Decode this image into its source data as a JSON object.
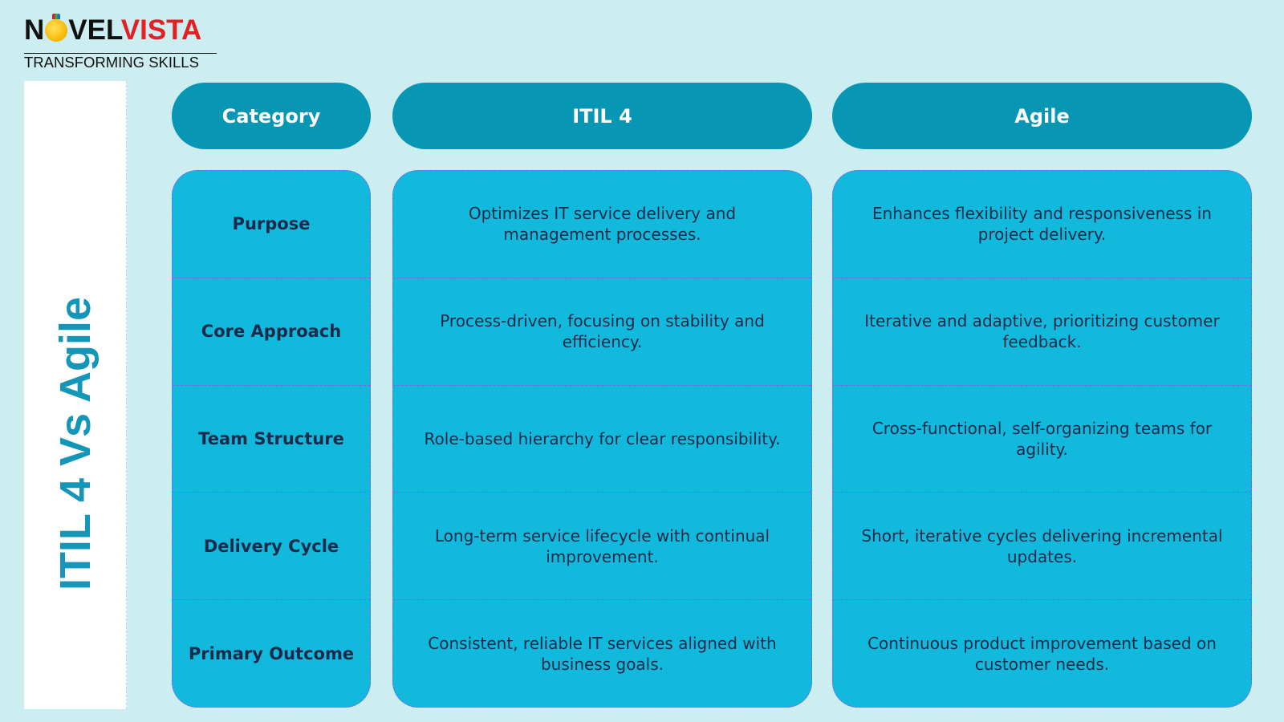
{
  "brand": {
    "logo_novel": "N",
    "logo_rest": "VEL",
    "logo_vista": "VISTA",
    "tagline": "TRANSFORMING SKILLS"
  },
  "side_title": "ITIL 4 Vs Agile",
  "headers": {
    "category": "Category",
    "itil": "ITIL 4",
    "agile": "Agile"
  },
  "rows": [
    {
      "category": "Purpose",
      "itil": "Optimizes IT service delivery and management processes.",
      "agile": "Enhances flexibility and responsiveness in project delivery."
    },
    {
      "category": "Core Approach",
      "itil": "Process-driven, focusing on stability and efficiency.",
      "agile": "Iterative and adaptive, prioritizing customer feedback."
    },
    {
      "category": "Team Structure",
      "itil": "Role-based hierarchy for clear responsibility.",
      "agile": "Cross-functional, self-organizing teams for agility."
    },
    {
      "category": "Delivery Cycle",
      "itil": "Long-term service lifecycle with continual improvement.",
      "agile": "Short, iterative cycles delivering incremental updates."
    },
    {
      "category": "Primary Outcome",
      "itil": "Consistent, reliable IT services aligned with business goals.",
      "agile": "Continuous product improvement based on customer needs."
    }
  ],
  "colors": {
    "background": "#cdeef0",
    "header_pill": "#0896b5",
    "cell_fill": "#11b9dc",
    "title_accent": "#1496b9",
    "dashed_border": "#8a5cf0",
    "brand_red": "#e31e24"
  }
}
